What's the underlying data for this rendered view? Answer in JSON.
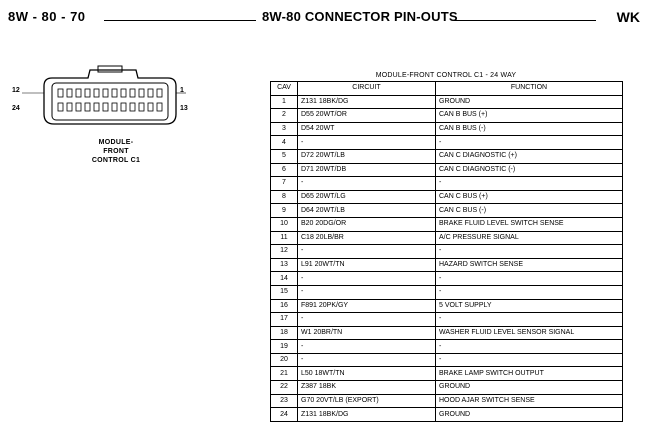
{
  "header": {
    "page_ref": "8W - 80 - 70",
    "title": "8W-80 CONNECTOR PIN-OUTS",
    "model": "WK"
  },
  "connector": {
    "name_line1": "MODULE-",
    "name_line2": "FRONT",
    "name_line3": "CONTROL C1",
    "pin_12": "12",
    "pin_1": "1",
    "pin_24": "24",
    "pin_13": "13"
  },
  "table": {
    "title": "MODULE-FRONT CONTROL C1 - 24 WAY",
    "headers": [
      "CAV",
      "CIRCUIT",
      "FUNCTION"
    ],
    "rows": [
      {
        "cav": "1",
        "circuit": "Z131 18BK/DG",
        "function": "GROUND"
      },
      {
        "cav": "2",
        "circuit": "D55 20WT/OR",
        "function": "CAN B BUS (+)"
      },
      {
        "cav": "3",
        "circuit": "D54 20WT",
        "function": "CAN B BUS (-)"
      },
      {
        "cav": "4",
        "circuit": "-",
        "function": "-"
      },
      {
        "cav": "5",
        "circuit": "D72 20WT/LB",
        "function": "CAN C DIAGNOSTIC (+)"
      },
      {
        "cav": "6",
        "circuit": "D71 20WT/DB",
        "function": "CAN C DIAGNOSTIC (-)"
      },
      {
        "cav": "7",
        "circuit": "-",
        "function": "-"
      },
      {
        "cav": "8",
        "circuit": "D65 20WT/LG",
        "function": "CAN C BUS (+)"
      },
      {
        "cav": "9",
        "circuit": "D64 20WT/LB",
        "function": "CAN C BUS (-)"
      },
      {
        "cav": "10",
        "circuit": "B20 20DG/OR",
        "function": "BRAKE FLUID LEVEL SWITCH SENSE"
      },
      {
        "cav": "11",
        "circuit": "C18 20LB/BR",
        "function": "A/C PRESSURE SIGNAL"
      },
      {
        "cav": "12",
        "circuit": "-",
        "function": "-"
      },
      {
        "cav": "13",
        "circuit": "L91 20WT/TN",
        "function": "HAZARD SWITCH SENSE"
      },
      {
        "cav": "14",
        "circuit": "-",
        "function": "-"
      },
      {
        "cav": "15",
        "circuit": "-",
        "function": "-"
      },
      {
        "cav": "16",
        "circuit": "F891 20PK/GY",
        "function": "5 VOLT SUPPLY"
      },
      {
        "cav": "17",
        "circuit": "-",
        "function": "-"
      },
      {
        "cav": "18",
        "circuit": "W1 20BR/TN",
        "function": "WASHER FLUID LEVEL SENSOR SIGNAL"
      },
      {
        "cav": "19",
        "circuit": "-",
        "function": "-"
      },
      {
        "cav": "20",
        "circuit": "-",
        "function": "-"
      },
      {
        "cav": "21",
        "circuit": "L50 18WT/TN",
        "function": "BRAKE LAMP SWITCH OUTPUT"
      },
      {
        "cav": "22",
        "circuit": "Z387 18BK",
        "function": "GROUND"
      },
      {
        "cav": "23",
        "circuit": "G70 20VT/LB (EXPORT)",
        "function": "HOOD AJAR SWITCH SENSE"
      },
      {
        "cav": "24",
        "circuit": "Z131 18BK/DG",
        "function": "GROUND"
      }
    ]
  }
}
